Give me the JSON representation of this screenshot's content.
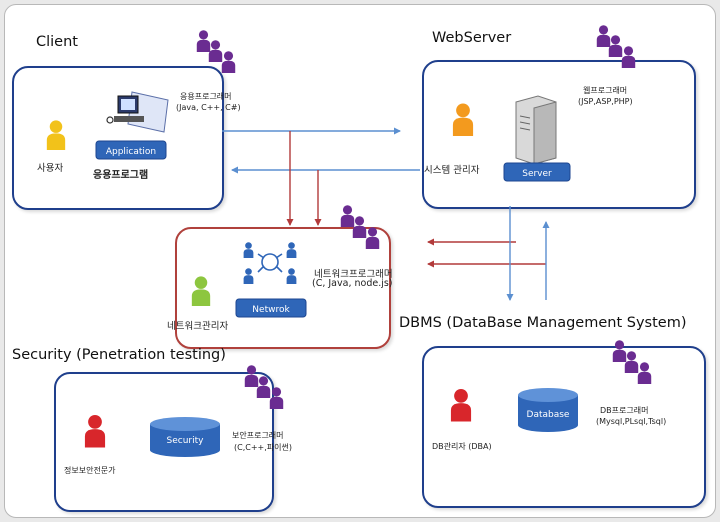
{
  "client": {
    "title": "Client",
    "user_label": "사용자",
    "app_button": "Application",
    "app_caption": "응용프로그램",
    "programmer_label": "응용프로그래머",
    "programmer_langs": "(Java, C++,  C#)"
  },
  "webserver": {
    "title": "WebServer",
    "admin_label": "시스템 관리자",
    "server_button": "Server",
    "programmer_label": "웹프로그래머",
    "programmer_langs": "(JSP,ASP,PHP)"
  },
  "network": {
    "node_button": "Netwrok",
    "admin_label": "네트워크관리자",
    "programmer_label": "네트워크프로그래머",
    "programmer_langs": "(C, Java, node.js)"
  },
  "dbms": {
    "title": "DBMS (DataBase Management System)",
    "db_label": "Database",
    "dba_label": "DB관리자 (DBA)",
    "programmer_label": "DB프로그래머",
    "programmer_langs": "(Mysql,PLsql,Tsql)"
  },
  "security": {
    "title": "Security (Penetration testing)",
    "db_label": "Security",
    "expert_label": "정보보안전문가",
    "programmer_label": "보안프로그래머",
    "programmer_langs": "(C,C++,파이썬)"
  },
  "colors": {
    "border_blue": "#1f3f8c",
    "border_red": "#b0413c",
    "arrow_blue": "#5b8fd0",
    "arrow_red": "#b23a3a",
    "person_yellow": "#f2c21a",
    "person_orange": "#f39a1e",
    "person_green": "#8dc63f",
    "person_red": "#d8262b",
    "person_purple": "#6a2c91"
  }
}
